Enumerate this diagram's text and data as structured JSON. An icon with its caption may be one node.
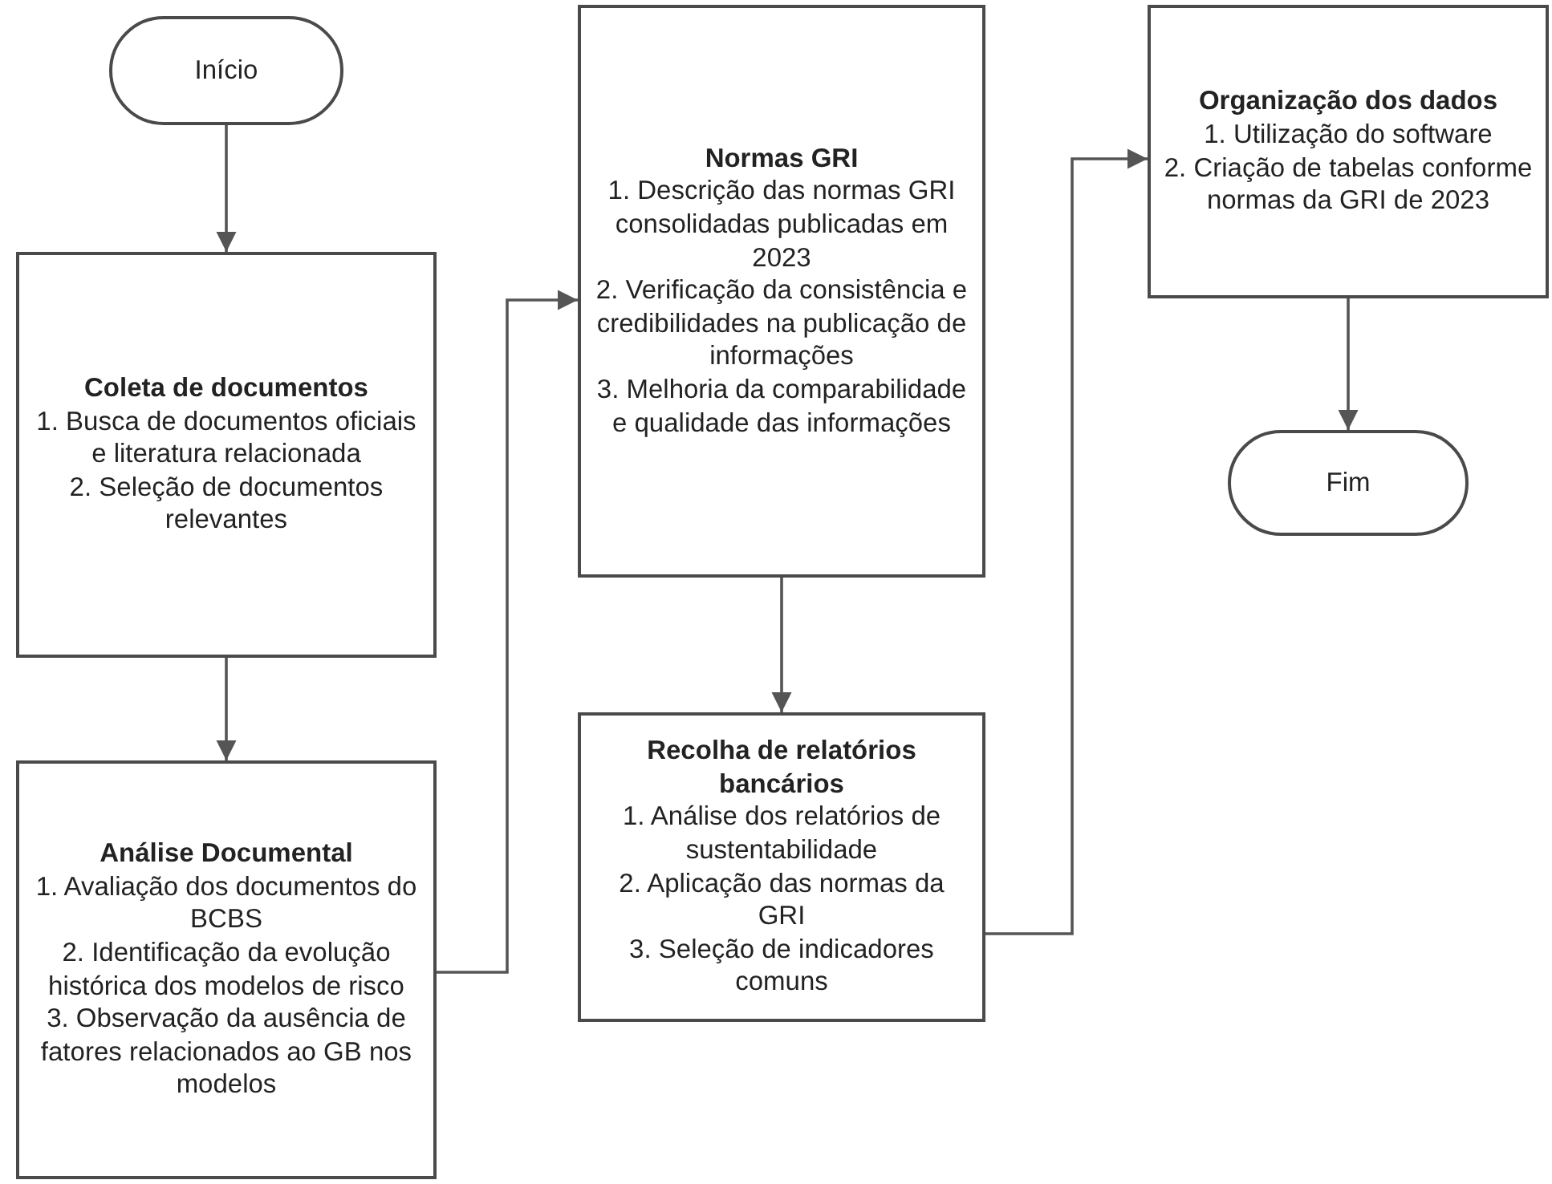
{
  "diagram": {
    "nodes": [
      {
        "text": [
          "Início"
        ]
      },
      {
        "text": [
          "Coleta de documentos",
          "1. Busca de documentos oficiais e literatura relacionada",
          "2. Seleção de documentos relevantes"
        ]
      },
      {
        "text": [
          "Análise Documental",
          "1. Avaliação dos documentos do BCBS",
          "2. Identificação da evolução histórica dos modelos de risco",
          "3. Observação da ausência de fatores relacionados ao GB nos modelos"
        ]
      },
      {
        "text": [
          "Normas GRI",
          "1. Descrição das normas GRI consolidadas publicadas em 2023",
          "2. Verificação da consistência e credibilidades na publicação de informações",
          "3. Melhoria da comparabilidade e qualidade das informações"
        ]
      },
      {
        "text": [
          "Recolha de relatórios bancários",
          "1. Análise dos relatórios de sustentabilidade",
          "2. Aplicação das normas da GRI",
          "3. Seleção de indicadores comuns"
        ]
      },
      {
        "text": [
          "Organização dos dados",
          "1. Utilização do software",
          "2. Criação de tabelas conforme normas da GRI de 2023"
        ]
      },
      {
        "text": [
          "Fim"
        ]
      }
    ],
    "edges": [
      {
        "from": 0,
        "to": 1,
        "arrow": "to"
      },
      {
        "from": 1,
        "to": 2,
        "arrow": "to"
      },
      {
        "from": 2,
        "to": 3,
        "arrow": "to"
      },
      {
        "from": 3,
        "to": 4,
        "arrow": "to"
      },
      {
        "from": 4,
        "to": 5,
        "arrow": "to"
      },
      {
        "from": 5,
        "to": 6,
        "arrow": "to"
      }
    ]
  }
}
